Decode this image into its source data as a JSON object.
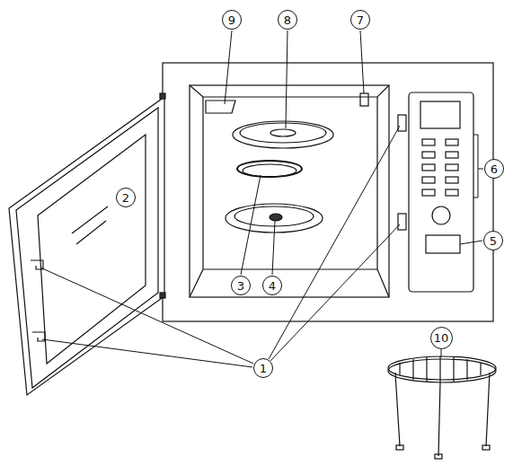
{
  "diagram": {
    "nodes": [
      {
        "text": [
          "9"
        ]
      },
      {
        "text": [
          "8"
        ]
      },
      {
        "text": [
          "7"
        ]
      },
      {
        "text": [
          "2"
        ]
      },
      {
        "text": [
          "6"
        ]
      },
      {
        "text": [
          "5"
        ]
      },
      {
        "text": [
          "3"
        ]
      },
      {
        "text": [
          "4"
        ]
      },
      {
        "text": [
          "10"
        ]
      },
      {
        "text": [
          "1"
        ]
      }
    ]
  }
}
